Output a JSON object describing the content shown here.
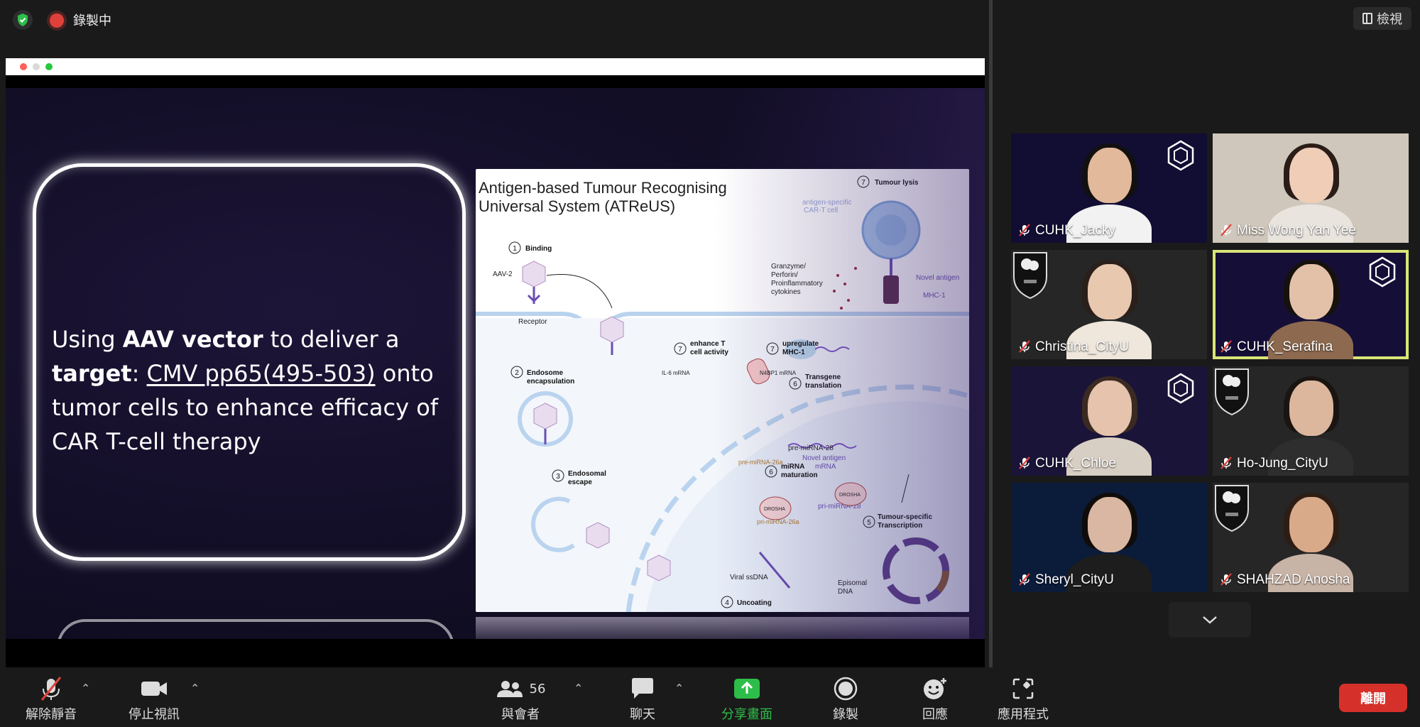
{
  "topbar": {
    "recording_label": "錄製中",
    "view_label": "檢視"
  },
  "slide": {
    "text_parts": {
      "p1": "Using ",
      "b1": "AAV vector",
      "p2": " to deliver a ",
      "b2": "target",
      "p3": ": ",
      "u1": "CMV pp65(495-503)",
      "p4": " onto tumor cells to enhance efficacy of CAR T-cell therapy"
    },
    "diagram": {
      "title": "Antigen-based Tumour Recognising Universal System (ATReUS)",
      "labels": {
        "binding": "Binding",
        "aav2": "AAV-2",
        "receptor": "Receptor",
        "endosome": "Endosome",
        "encapsulation": "encapsulation",
        "endosomal": "Endosomal",
        "escape": "escape",
        "uncoating": "Uncoating",
        "viral_ssdna": "Viral ssDNA",
        "episomal": "Episomal",
        "dna": "DNA",
        "tumour_specific": "Tumour-specific",
        "transcription": "Transcription",
        "mirna": "miRNA",
        "maturation": "maturation",
        "pre_mirna_26a": "pre-miRNA-26a",
        "pre_mirna_28": "pre-miRNA-28",
        "pri_mirna_26a": "pri-miRNA-26a",
        "pri_mirna_28": "pri-miRNA-28",
        "drosha": "DROSHA",
        "novel_antigen_mrna_1": "Novel antigen",
        "novel_antigen_mrna_2": "mRNA",
        "transgene": "Transgene",
        "translation": "translation",
        "enhance_t": "enhance T",
        "cell_activity": "cell activity",
        "il6": "IL-6 mRNA",
        "upregulate": "upregulate",
        "mhc1_up": "MHC-1",
        "n4bp1": "N4BP1 mRNA",
        "tumour_lysis": "Tumour lysis",
        "antigen_specific": "antigen-specific",
        "car_t_cell": "CAR-T cell",
        "granzyme": "Granzyme/",
        "perforin": "Perforin/",
        "proinflammatory": "Proinflammatory",
        "cytokines": "cytokines",
        "novel_antigen": "Novel antigen",
        "mhc1": "MHC-1",
        "n1": "1",
        "n2": "2",
        "n3": "3",
        "n4": "4",
        "n5": "5",
        "n6": "6",
        "n7a": "7",
        "n7b": "7",
        "n7c": "7"
      }
    }
  },
  "participants": [
    {
      "name": "CUHK_Jacky",
      "bg": "#120d33",
      "logo": "atreus",
      "skin": "#e2b99a",
      "shirt": "#f2f2f2",
      "hair": "#121010"
    },
    {
      "name": "Miss Wong Yan Yee",
      "bg": "#cfc7bb",
      "logo": "",
      "skin": "#efcdb7",
      "shirt": "#e9e4de",
      "hair": "#2a1c16"
    },
    {
      "name": "Christina_CityU",
      "bg": "#262626",
      "logo": "shield",
      "skin": "#e9c8b0",
      "shirt": "#efe7dc",
      "hair": "#2a1f1a"
    },
    {
      "name": "CUHK_Serafina",
      "bg": "#150f38",
      "logo": "atreus",
      "skin": "#e3c1a8",
      "shirt": "#8d6a4f",
      "hair": "#17110e"
    },
    {
      "name": "CUHK_Chloe",
      "bg": "#1a1438",
      "logo": "atreus",
      "skin": "#e5c3ac",
      "shirt": "#d8cfc4",
      "hair": "#3a2a22"
    },
    {
      "name": "Ho-Jung_CityU",
      "bg": "#262626",
      "logo": "shield",
      "skin": "#dcb79e",
      "shirt": "#2e2e2e",
      "hair": "#1b1512"
    },
    {
      "name": "Sheryl_CityU",
      "bg": "#0b1b3a",
      "logo": "",
      "skin": "#d9b7a2",
      "shirt": "#1d1d1d",
      "hair": "#100c0a"
    },
    {
      "name": "SHAHZAD Anosha",
      "bg": "#262626",
      "logo": "shield",
      "skin": "#d9aa8a",
      "shirt": "#c8b4a6",
      "hair": "#2d1d14"
    }
  ],
  "toolbar": {
    "unmute": "解除靜音",
    "stop_video": "停止視訊",
    "participants": "與會者",
    "participants_count": "56",
    "chat": "聊天",
    "share_screen": "分享畫面",
    "record": "錄製",
    "reactions": "回應",
    "apps": "應用程式",
    "leave": "離開"
  },
  "colors": {
    "accent_green": "#2dbe49",
    "leave_red": "#d6302a",
    "active_speaker": "#d9e577"
  }
}
